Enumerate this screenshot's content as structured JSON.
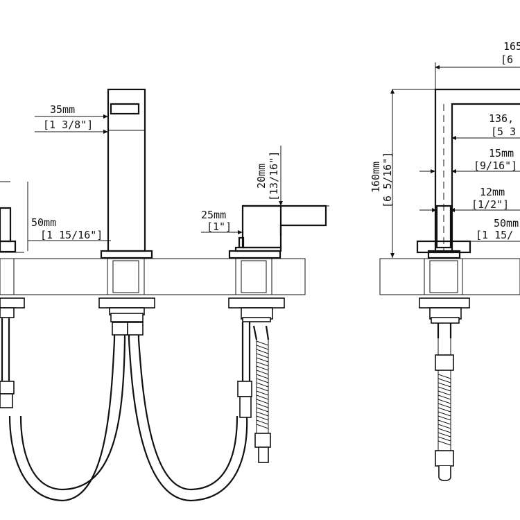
{
  "dimensions": {
    "front": {
      "spout_depth_mm": "35mm",
      "spout_depth_in": "[1 3/8\"]",
      "valve_height_mm": "50mm",
      "valve_height_in": "[1 15/16\"]",
      "handle_width_mm": "25mm",
      "handle_width_in": "[1\"]",
      "handle_height_mm": "20mm",
      "handle_height_in": "[13/16\"]"
    },
    "side": {
      "reach_mm": "165",
      "reach_in": "[6",
      "height_mm": "160mm",
      "height_in": "[6 5/16\"]",
      "spout_len_mm": "136,",
      "spout_len_in": "[5 3",
      "spout_depth_mm": "15mm",
      "spout_depth_in": "[9/16\"]",
      "thickness_mm": "12mm",
      "thickness_in": "[1/2\"]",
      "base_mm": "50mm",
      "base_in": "[1 15/"
    }
  },
  "colors": {
    "line": "#111111",
    "background": "#ffffff"
  }
}
